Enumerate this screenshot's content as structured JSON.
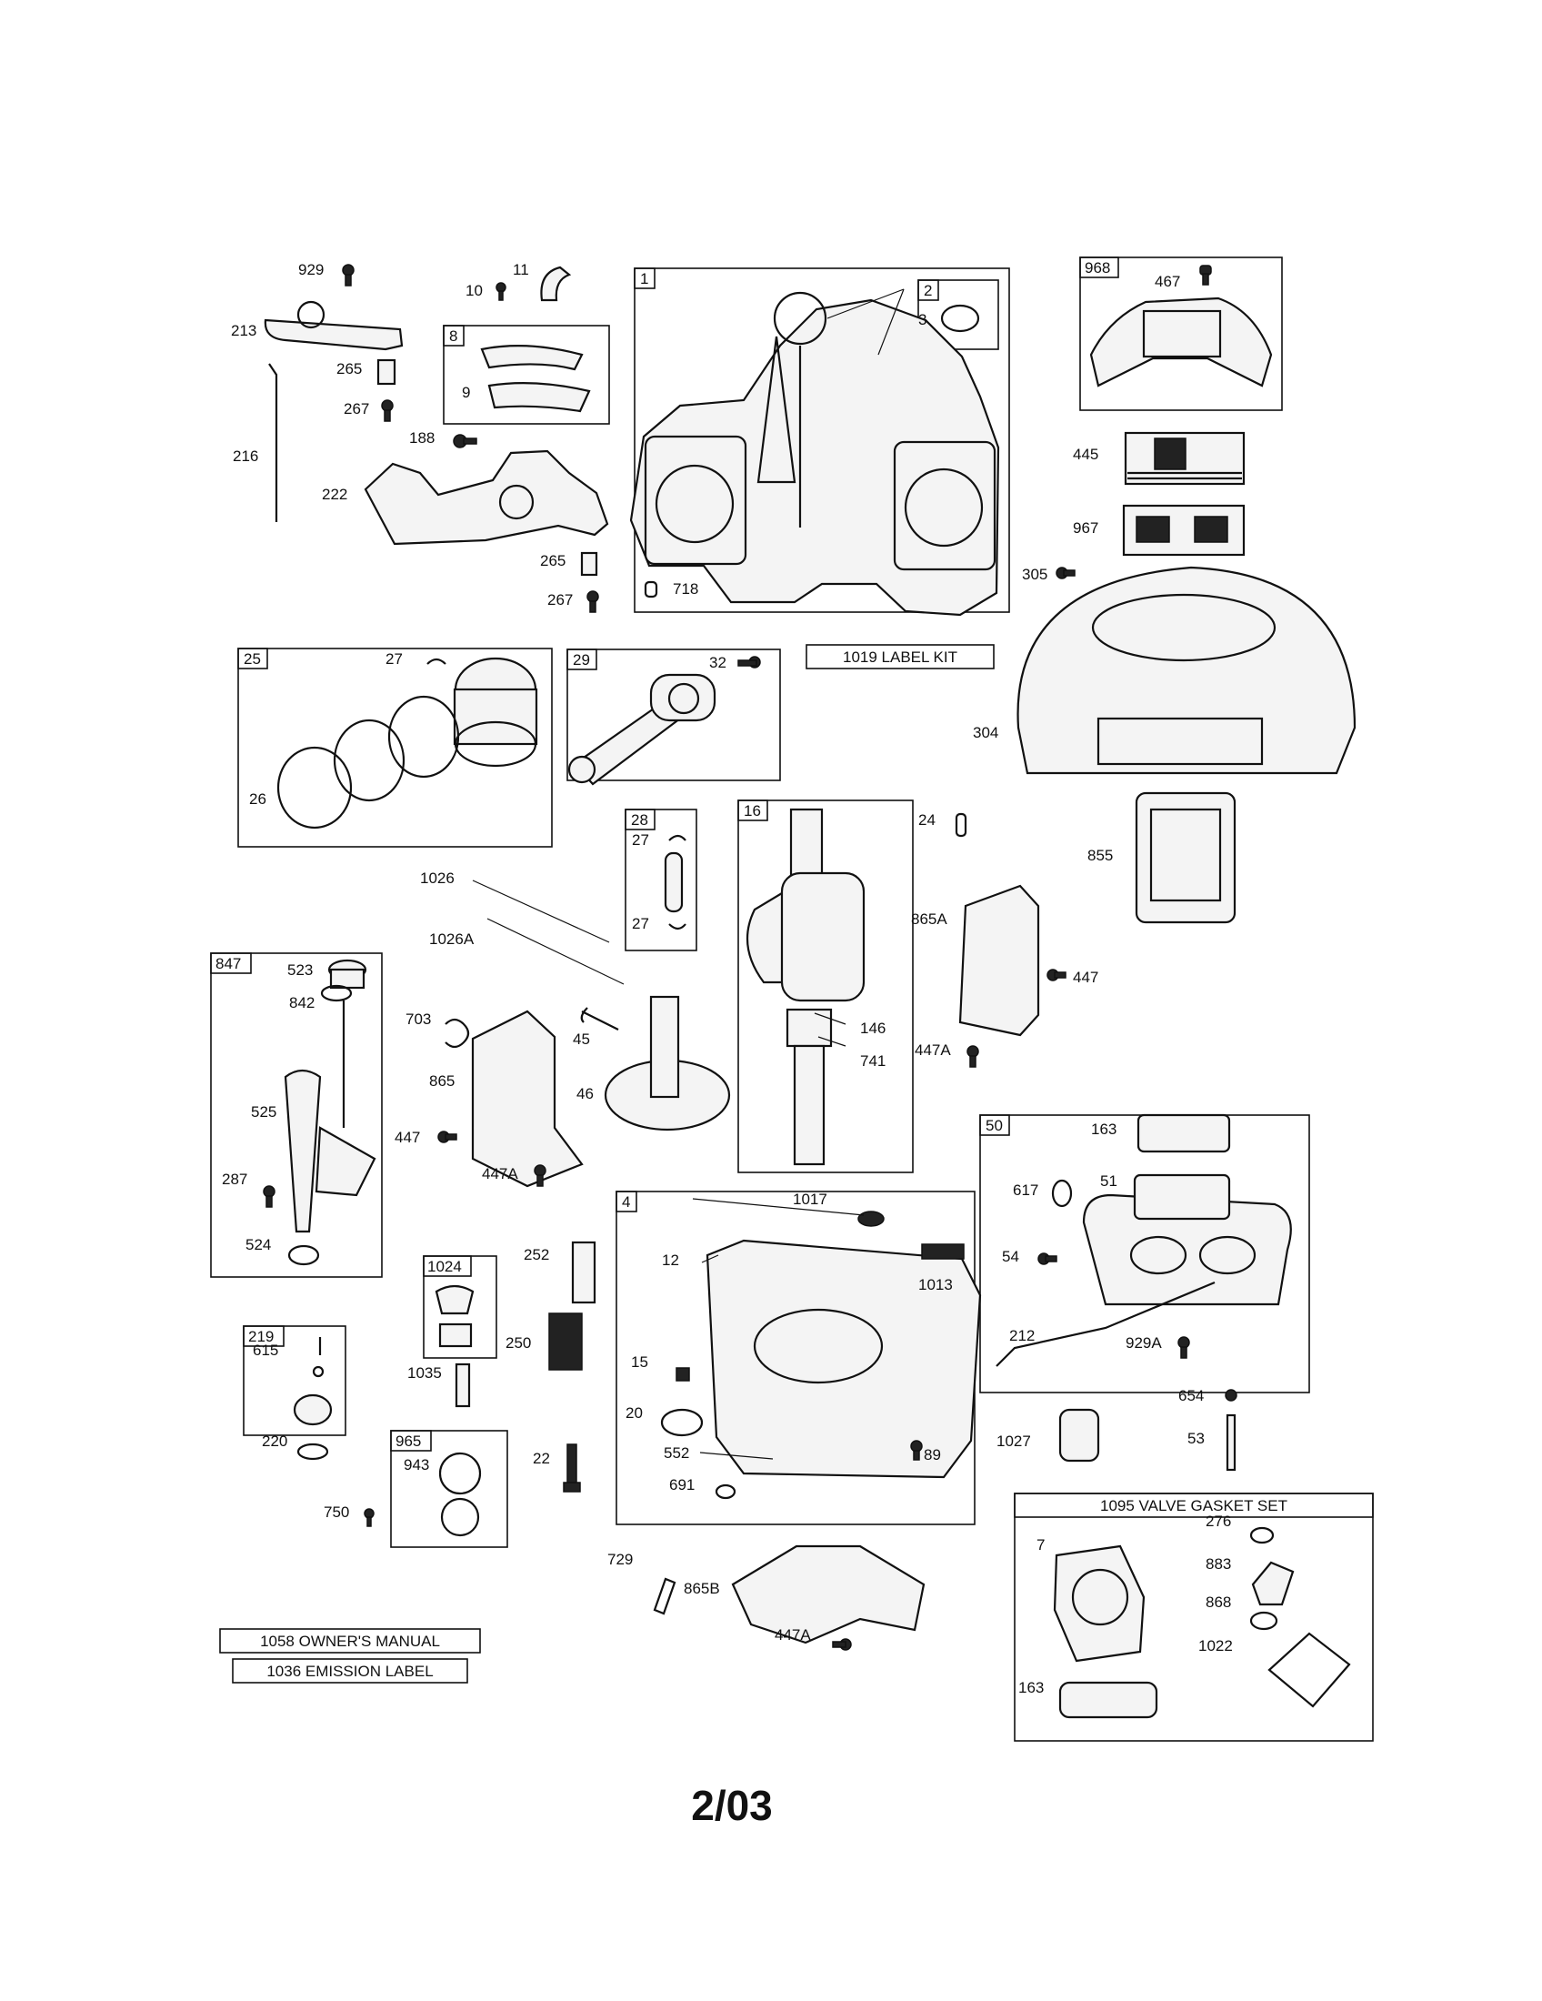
{
  "page_number": "2/03",
  "kit_labels": {
    "label_kit": "1019 LABEL KIT",
    "owners_manual": "1058 OWNER'S MANUAL",
    "emission_label": "1036 EMISSION LABEL",
    "valve_gasket_set": "1095 VALVE GASKET SET"
  },
  "box_numbers": {
    "b1": "1",
    "b2": "2",
    "b968": "968",
    "b8": "8",
    "b25": "25",
    "b29": "29",
    "b28": "28",
    "b16": "16",
    "b847": "847",
    "b50": "50",
    "b4": "4",
    "b1024": "1024",
    "b219": "219",
    "b965": "965"
  },
  "callouts": {
    "c929": "929",
    "c11": "11",
    "c10": "10",
    "c213": "213",
    "c265": "265",
    "c267": "267",
    "c216": "216",
    "c8_9": "9",
    "c188": "188",
    "c222": "222",
    "c265b": "265",
    "c267b": "267",
    "c3": "3",
    "c718": "718",
    "c467": "467",
    "c445": "445",
    "c967": "967",
    "c305": "305",
    "c304": "304",
    "c855": "855",
    "c27a": "27",
    "c26": "26",
    "c32": "32",
    "c27b": "27",
    "c27c": "27",
    "c24": "24",
    "c1026": "1026",
    "c1026A": "1026A",
    "c865A": "865A",
    "c447a": "447",
    "c447Aa": "447A",
    "c523": "523",
    "c842": "842",
    "c525": "525",
    "c287": "287",
    "c524": "524",
    "c703": "703",
    "c45": "45",
    "c46": "46",
    "c865": "865",
    "c447b": "447",
    "c447Ab": "447A",
    "c146": "146",
    "c741": "741",
    "c163a": "163",
    "c617": "617",
    "c51": "51",
    "c54": "54",
    "c212": "212",
    "c929A": "929A",
    "c1017": "1017",
    "c12": "12",
    "c1013": "1013",
    "c15": "15",
    "c20": "20",
    "c552": "552",
    "c691": "691",
    "c89": "89",
    "c252": "252",
    "c250": "250",
    "c1035": "1035",
    "c615": "615",
    "c220": "220",
    "c943": "943",
    "c750": "750",
    "c22": "22",
    "c654": "654",
    "c53": "53",
    "c1027": "1027",
    "c7": "7",
    "c276": "276",
    "c883": "883",
    "c868": "868",
    "c1022": "1022",
    "c163b": "163",
    "c729": "729",
    "c865B": "865B",
    "c447Ac": "447A"
  }
}
